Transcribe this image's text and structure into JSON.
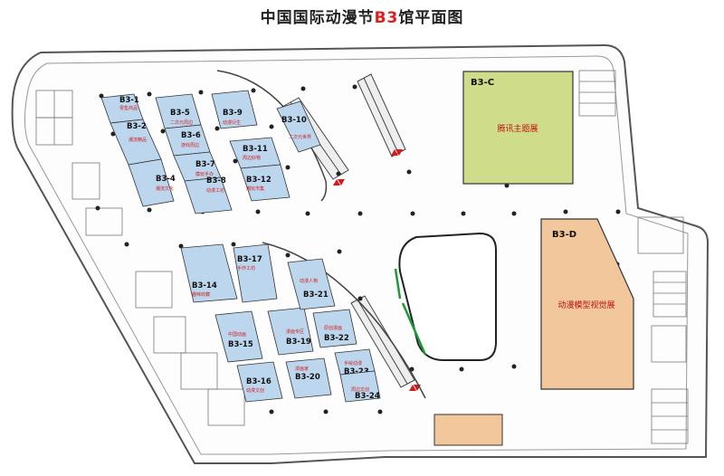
{
  "title": {
    "prefix": "中国国际动漫节",
    "highlight": "B3",
    "suffix": "馆平面图"
  },
  "colors": {
    "booth_fill": "#bcd6ee",
    "zone_c_fill": "#cfdc8a",
    "zone_d_fill": "#f2c79b",
    "entrance_fill": "#f2c79b",
    "wall": "#555555",
    "highlight": "#e21c1c",
    "green_line": "#1d9a33"
  },
  "zones": {
    "c": {
      "id": "B3-C",
      "name": "腾讯主题展"
    },
    "d": {
      "id": "B3-D",
      "name": "动漫模型视觉展"
    }
  },
  "booths": [
    {
      "id": "B3-1",
      "sub": "零售商品"
    },
    {
      "id": "B3-2",
      "sub": "潮流精品"
    },
    {
      "id": "B3-4",
      "sub": "潮流文化"
    },
    {
      "id": "B3-5",
      "sub": "二次元周边"
    },
    {
      "id": "B3-6",
      "sub": "游戏周边"
    },
    {
      "id": "B3-7",
      "sub": "模玩手办"
    },
    {
      "id": "B3-8",
      "sub": "动漫工坊"
    },
    {
      "id": "B3-9",
      "sub": "动漫衍生"
    },
    {
      "id": "B3-10",
      "sub": "二次元世界"
    },
    {
      "id": "B3-11",
      "sub": "周边好物"
    },
    {
      "id": "B3-12",
      "sub": "潮玩市集"
    },
    {
      "id": "B3-14",
      "sub": "趣味收藏"
    },
    {
      "id": "B3-15",
      "sub": "中国动画"
    },
    {
      "id": "B3-16",
      "sub": "动漫文创"
    },
    {
      "id": "B3-17",
      "sub": "手作工坊"
    },
    {
      "id": "B3-19",
      "sub": "漫画专区"
    },
    {
      "id": "B3-20",
      "sub": "漫画家"
    },
    {
      "id": "B3-21",
      "sub": "动漫人物"
    },
    {
      "id": "B3-22",
      "sub": "原创漫画"
    },
    {
      "id": "B3-23",
      "sub": "手绘动漫"
    },
    {
      "id": "B3-24",
      "sub": "周边文创"
    }
  ]
}
